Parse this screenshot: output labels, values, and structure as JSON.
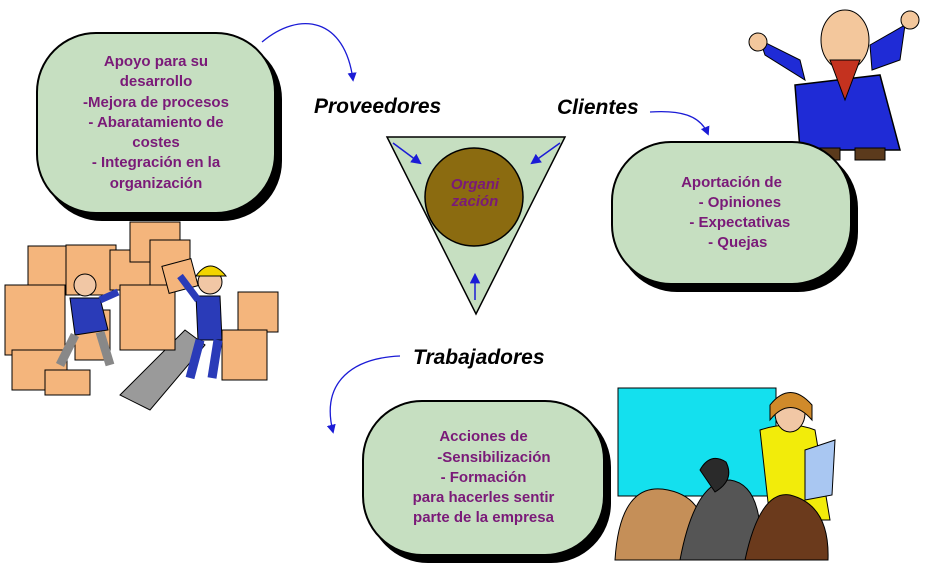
{
  "headings": {
    "proveedores": "Proveedores",
    "clientes": "Clientes",
    "trabajadores": "Trabajadores"
  },
  "center": {
    "line1": "Organi",
    "line2": "zación"
  },
  "proveedores_box": {
    "lines": [
      "Apoyo para su",
      "desarrollo",
      "-Mejora de procesos",
      "- Abaratamiento de",
      "costes",
      "- Integración en la",
      "organización"
    ]
  },
  "clientes_box": {
    "lines": [
      "Aportación de",
      "    - Opiniones",
      "    - Expectativas",
      "   - Quejas"
    ]
  },
  "trabajadores_box": {
    "lines": [
      "Acciones de",
      "     -Sensibilización",
      "- Formación",
      "para hacerles sentir",
      "parte de la empresa"
    ]
  },
  "colors": {
    "box_fill": "#c6dfc1",
    "box_text": "#7a1a78",
    "triangle_fill": "#c6dfc1",
    "circle_fill": "#8b6b10",
    "arrow": "#1b1bd6"
  },
  "icons": [
    "clipart-warehouse-workers",
    "clipart-businessman",
    "clipart-presentation-meeting"
  ]
}
